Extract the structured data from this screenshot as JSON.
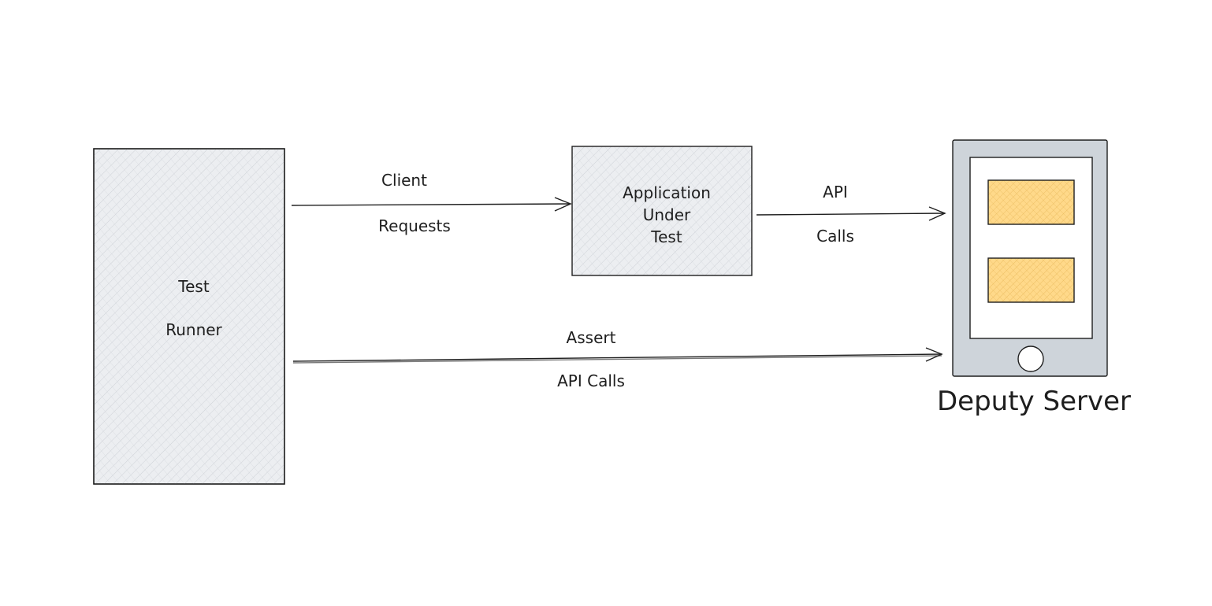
{
  "nodes": {
    "test_runner": {
      "line1": "Test",
      "line2": "Runner"
    },
    "application": {
      "line1": "Application",
      "line2": "Under",
      "line3": "Test"
    },
    "deputy_server": {
      "label": "Deputy Server",
      "icon": "phone-device-icon"
    }
  },
  "edges": {
    "client_requests": {
      "line1": "Client",
      "line2": "Requests"
    },
    "api_calls": {
      "line1": "API",
      "line2": "Calls"
    },
    "assert_api_calls": {
      "line1": "Assert",
      "line2": "API Calls"
    }
  },
  "colors": {
    "box_fill": "#e9ecef",
    "hatch": "#c7cbd1",
    "device_fill": "#ced4da",
    "screen_fill": "#ffffff",
    "panel_fill": "#ffd98a",
    "panel_hatch": "#e8b85a",
    "stroke": "#1e1e1e"
  }
}
